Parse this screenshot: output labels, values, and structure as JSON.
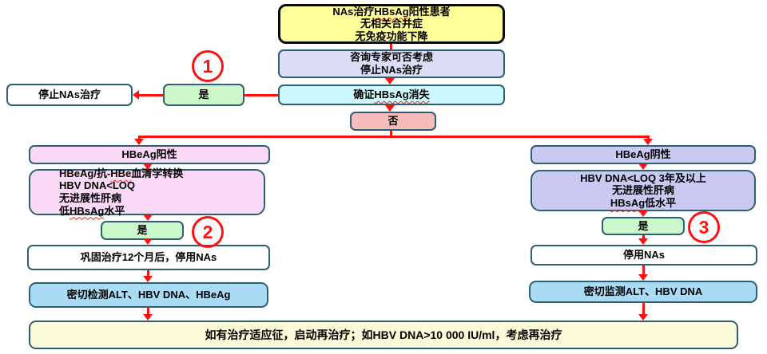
{
  "palette": {
    "arrow_red": "#FE1010",
    "badge_red": "#FF1111",
    "squiggle_red": "#E8281E",
    "border_dark": "#2F5F73",
    "border_black": "#0A0A0A",
    "start_yellow": "#FFFF9A",
    "consult_lavender": "#DCDCF7",
    "confirm_cyan": "#CCF7FB",
    "yes_green": "#CBF7CB",
    "no_pink": "#F5BCBA",
    "branch_left_pink": "#FAD9F6",
    "branch_right_purple": "#C9C9F1",
    "monitor_blue": "#A9DBF5",
    "bottom_cream": "#FAFAD8",
    "plain_white": "#FFFFFF"
  },
  "badges": {
    "one": "1",
    "two": "2",
    "three": "3"
  },
  "nodes": {
    "start": {
      "l1_pre": "NAs治疗",
      "l1_mark": "HBsAg",
      "l1_post": "阳性患者",
      "l2": "无相关合并症",
      "l3": "无免疫功能下降"
    },
    "consult": {
      "l1": "咨询专家可否考虑",
      "l2": "停止NAs治疗"
    },
    "confirm": {
      "pre": "确证",
      "mark": "HBsAg消失",
      "post": ""
    },
    "yes1": "是",
    "stop_left": "停止NAs治疗",
    "no": "否",
    "hbeag_pos": "HBeAg阳性",
    "pos_criteria": {
      "l1_pre": "HBeAg/抗-",
      "l1_mark": "HBe",
      "l1_post": "血清学转换",
      "l2": "HBV DNA<LOQ",
      "l3": "无进展性肝病",
      "l4_pre": "低",
      "l4_mark": "HBsAg",
      "l4_post": "水平"
    },
    "yes2": "是",
    "consolidate": "巩固治疗12个月后，停用NAs",
    "monitor_left": "密切检测ALT、HBV DNA、HBeAg",
    "hbeag_neg": "HBeAg阴性",
    "neg_criteria": {
      "l1": "HBV DNA<LOQ 3年及以上",
      "l2": "无进展性肝病",
      "l3_pre": "",
      "l3_mark": "HBsAg",
      "l3_post": "低水平"
    },
    "yes3": "是",
    "stop_right": "停用NAs",
    "monitor_right": "密切监测ALT、HBV DNA",
    "retreatment": "如有治疗适应征，启动再治疗；如HBV DNA>10 000 IU/ml，考虑再治疗"
  }
}
